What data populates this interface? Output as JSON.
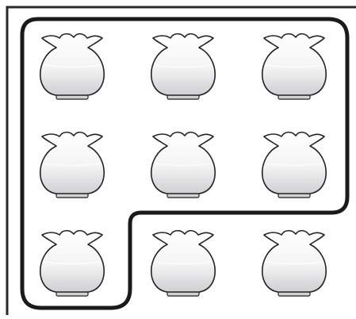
{
  "figure": {
    "rows": 3,
    "columns": 3,
    "object_icon": "fishbowl-icon",
    "grouped_objects": 7,
    "ungrouped_objects": 2,
    "colors": {
      "frame": "#2a2a2a",
      "group_outline": "#1a1a1a",
      "bowl_outline": "#222222",
      "bowl_light": "#ffffff",
      "bowl_shade": "#cfcfd1",
      "base_fill": "#dcdcdc"
    }
  }
}
